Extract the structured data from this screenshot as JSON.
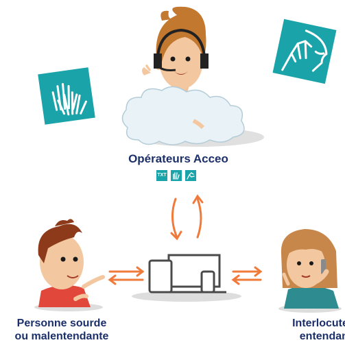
{
  "operators": {
    "title": "Opérateurs Acceo",
    "badges": [
      {
        "icon": "txt-badge-icon",
        "text": "TXT"
      },
      {
        "icon": "sign-language-badge-icon"
      },
      {
        "icon": "lip-reading-badge-icon"
      }
    ]
  },
  "deaf_person": {
    "label_line1": "Personne sourde",
    "label_line2": "ou malentendante"
  },
  "hearing_person": {
    "label_line1": "Interlocuteur",
    "label_line2": "entendant"
  },
  "colors": {
    "teal": "#1aa3a8",
    "navy": "#1b2f6a",
    "arrow": "#f07a3a",
    "device": "#4a4a4a"
  },
  "icons": [
    "sign-language-icon",
    "lip-reading-icon",
    "headset-icon",
    "devices-icon",
    "cloud-icon"
  ]
}
